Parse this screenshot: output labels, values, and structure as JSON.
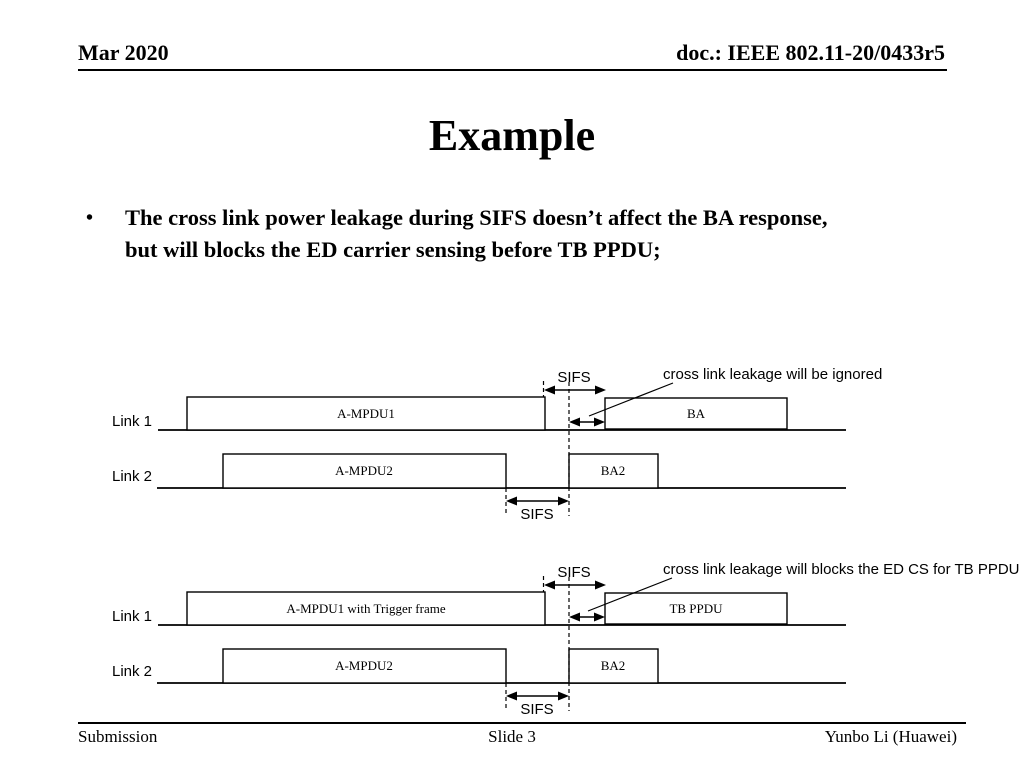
{
  "header": {
    "date": "Mar 2020",
    "doc": "doc.: IEEE 802.11-20/0433r5"
  },
  "title": "Example",
  "bullet": {
    "marker": "•",
    "line1": "The cross link power leakage during SIFS doesn’t affect the BA response,",
    "line2": "but will blocks the ED carrier sensing before TB PPDU;"
  },
  "diagram1": {
    "link1_label": "Link 1",
    "link2_label": "Link 2",
    "sifs_top": "SIFS",
    "sifs_bottom": "SIFS",
    "box_ampdu1": "A-MPDU1",
    "box_ba": "BA",
    "box_ampdu2": "A-MPDU2",
    "box_ba2": "BA2",
    "annotation": "cross link leakage will be ignored"
  },
  "diagram2": {
    "link1_label": "Link 1",
    "link2_label": "Link 2",
    "sifs_top": "SIFS",
    "sifs_bottom": "SIFS",
    "box_ampdu1": "A-MPDU1 with Trigger frame",
    "box_tbppdu": "TB PPDU",
    "box_ampdu2": "A-MPDU2",
    "box_ba2": "BA2",
    "annotation": "cross link leakage will blocks the ED CS for TB PPDU"
  },
  "footer": {
    "left": "Submission",
    "center": "Slide 3",
    "right": "Yunbo Li (Huawei)"
  },
  "colors": {
    "text": "#000000",
    "line": "#000000",
    "background": "#ffffff"
  }
}
